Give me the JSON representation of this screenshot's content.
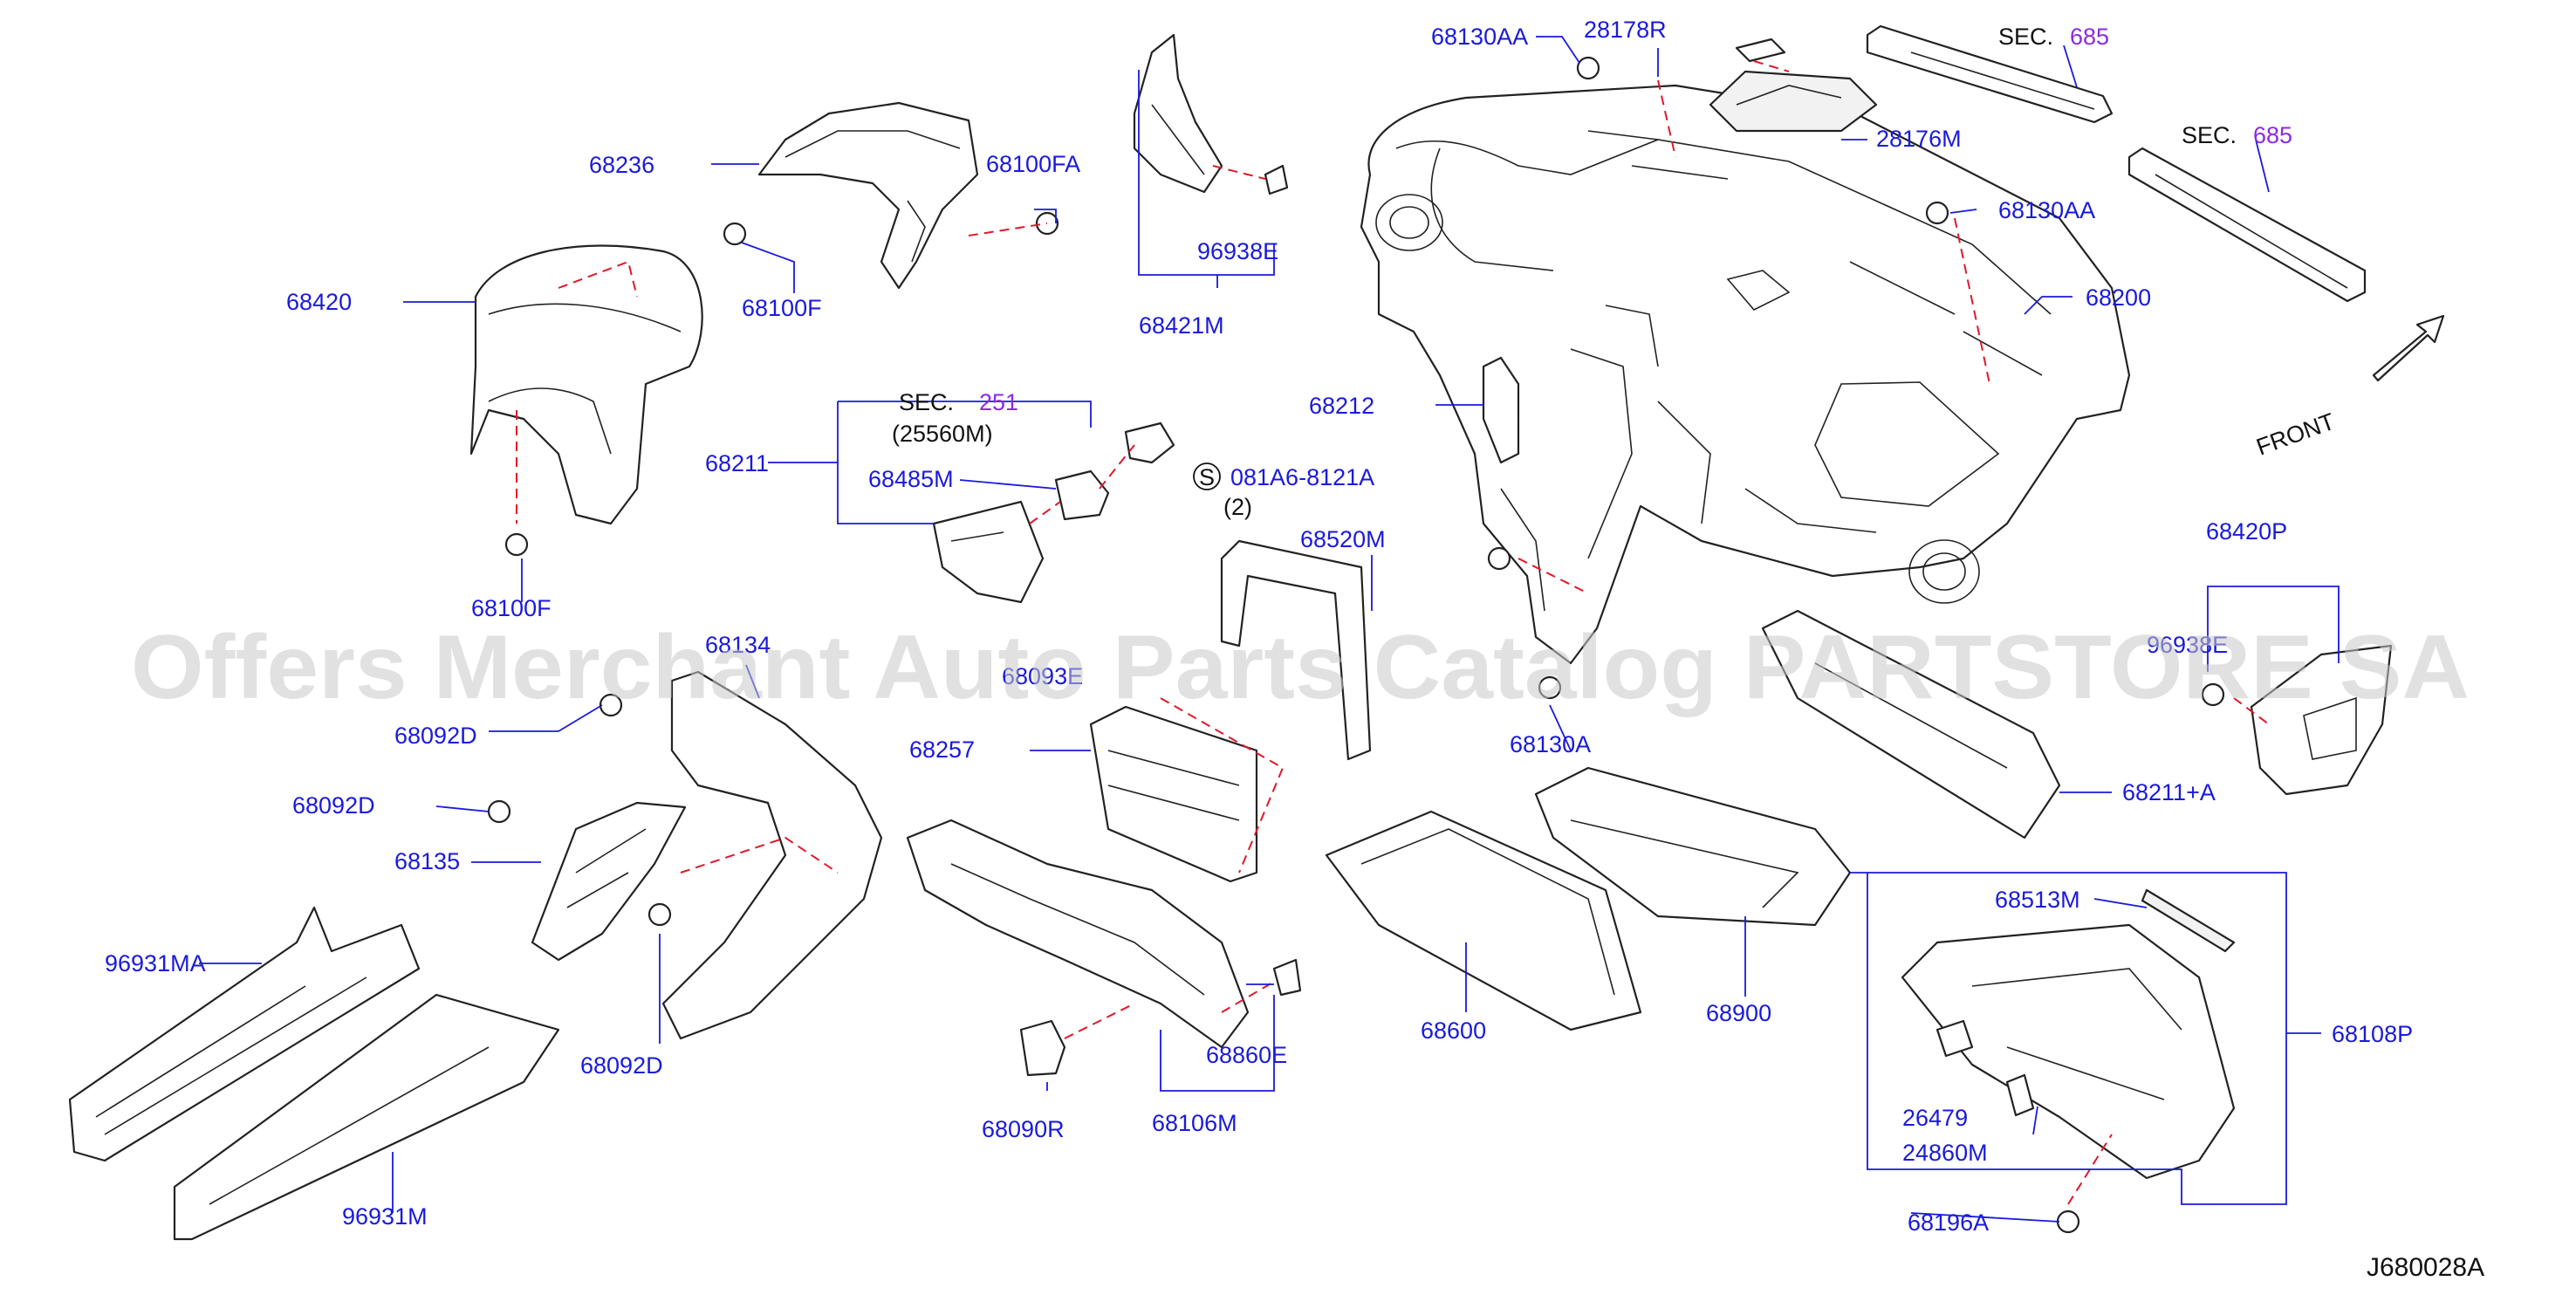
{
  "diagram_code": "J680028A",
  "watermark": "Offers Merchant Auto Parts Catalog PARTSTORE SA",
  "front_label": "FRONT",
  "callouts": {
    "p68130AA_top": "68130AA",
    "p28178R": "28178R",
    "sec_top_a": "SEC.",
    "sec_top_a_num": "685",
    "sec_top_b": "SEC.",
    "sec_top_b_num": "685",
    "p28176M": "28176M",
    "p68130AA_right": "68130AA",
    "p68200": "68200",
    "p68236": "68236",
    "p68100FA": "68100FA",
    "p96938E": "96938E",
    "p68421M": "68421M",
    "p68420": "68420",
    "p68100F_top": "68100F",
    "p68212": "68212",
    "sec_251": "SEC.",
    "sec_251_num": "251",
    "p25560M": "(25560M)",
    "p68211": "68211",
    "p68485M": "68485M",
    "screw_symbol": "S",
    "p081A6": "081A6-8121A",
    "p081A6_qty": "(2)",
    "p68520M": "68520M",
    "p68420P": "68420P",
    "p68100F_bottom": "68100F",
    "p68134": "68134",
    "p96938E_partial": "96938E",
    "p68092D_a": "68092D",
    "p68093E_partial": "68093E",
    "p68257": "68257",
    "p68130A": "68130A",
    "p68211A": "68211+A",
    "p68092D_b": "68092D",
    "p68135": "68135",
    "p68513M": "68513M",
    "p96931MA": "96931MA",
    "p68600": "68600",
    "p68900": "68900",
    "p68108P": "68108P",
    "p68860E": "68860E",
    "p68092D_c": "68092D",
    "p26479": "26479",
    "p68090R": "68090R",
    "p68106M": "68106M",
    "p24860M": "24860M",
    "p96931M": "96931M",
    "p68196A": "68196A"
  }
}
